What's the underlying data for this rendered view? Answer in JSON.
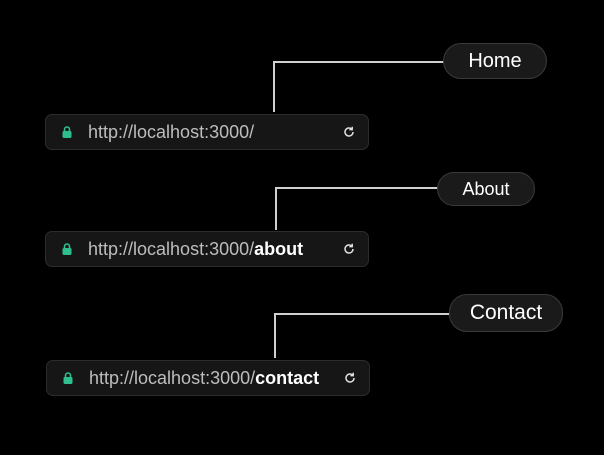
{
  "routes": [
    {
      "base": "http://localhost:3000/",
      "path": "",
      "label": "Home"
    },
    {
      "base": "http://localhost:3000/",
      "path": "about",
      "label": "About"
    },
    {
      "base": "http://localhost:3000/",
      "path": "contact",
      "label": "Contact"
    }
  ],
  "icons": {
    "lock": "lock-icon",
    "reload": "reload-icon"
  },
  "colors": {
    "background": "#000000",
    "lock": "#2fbf8f",
    "connector": "#cfcfcf"
  }
}
